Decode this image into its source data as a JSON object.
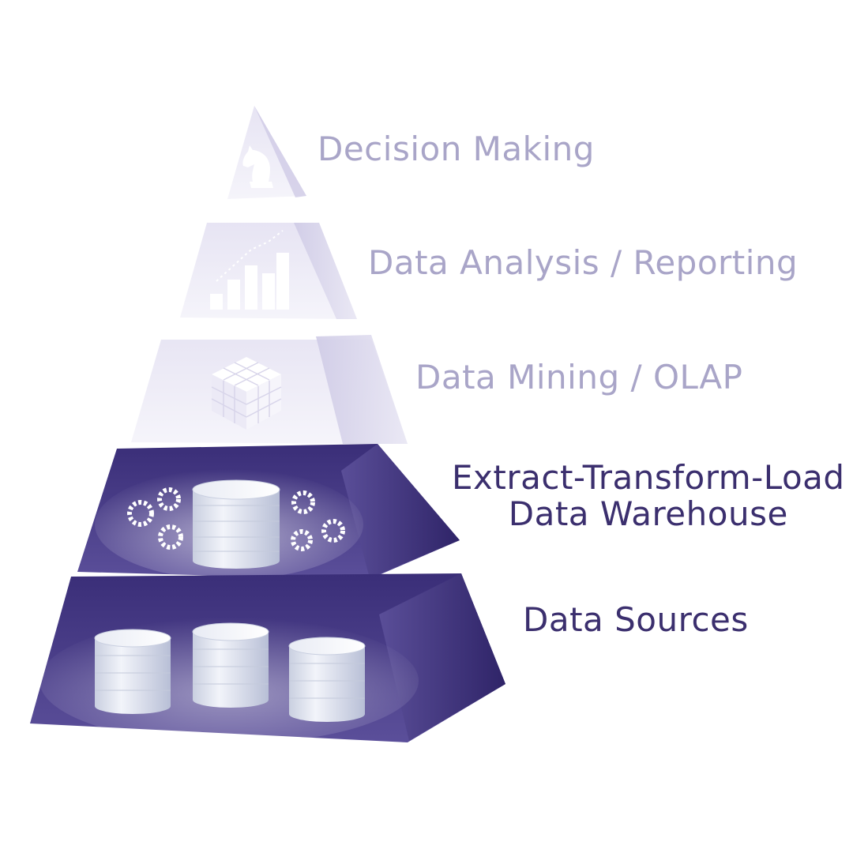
{
  "pyramid": {
    "levels": [
      {
        "label": "Decision Making",
        "icon": "chess-knight-icon"
      },
      {
        "label": "Data Analysis / Reporting",
        "icon": "bar-chart-icon"
      },
      {
        "label": "Data Mining / OLAP",
        "icon": "cube-icon"
      },
      {
        "label_line1": "Extract-Transform-Load",
        "label_line2": "Data Warehouse",
        "icon": "database-gears-icon"
      },
      {
        "label": "Data Sources",
        "icon": "databases-icon"
      }
    ]
  },
  "colors": {
    "light_tier": "#ddd9ee",
    "light_text": "#a9a5c8",
    "dark_tier": "#3b2f7a",
    "dark_text": "#3b2f6e",
    "cylinder": "#dfe4ef"
  }
}
